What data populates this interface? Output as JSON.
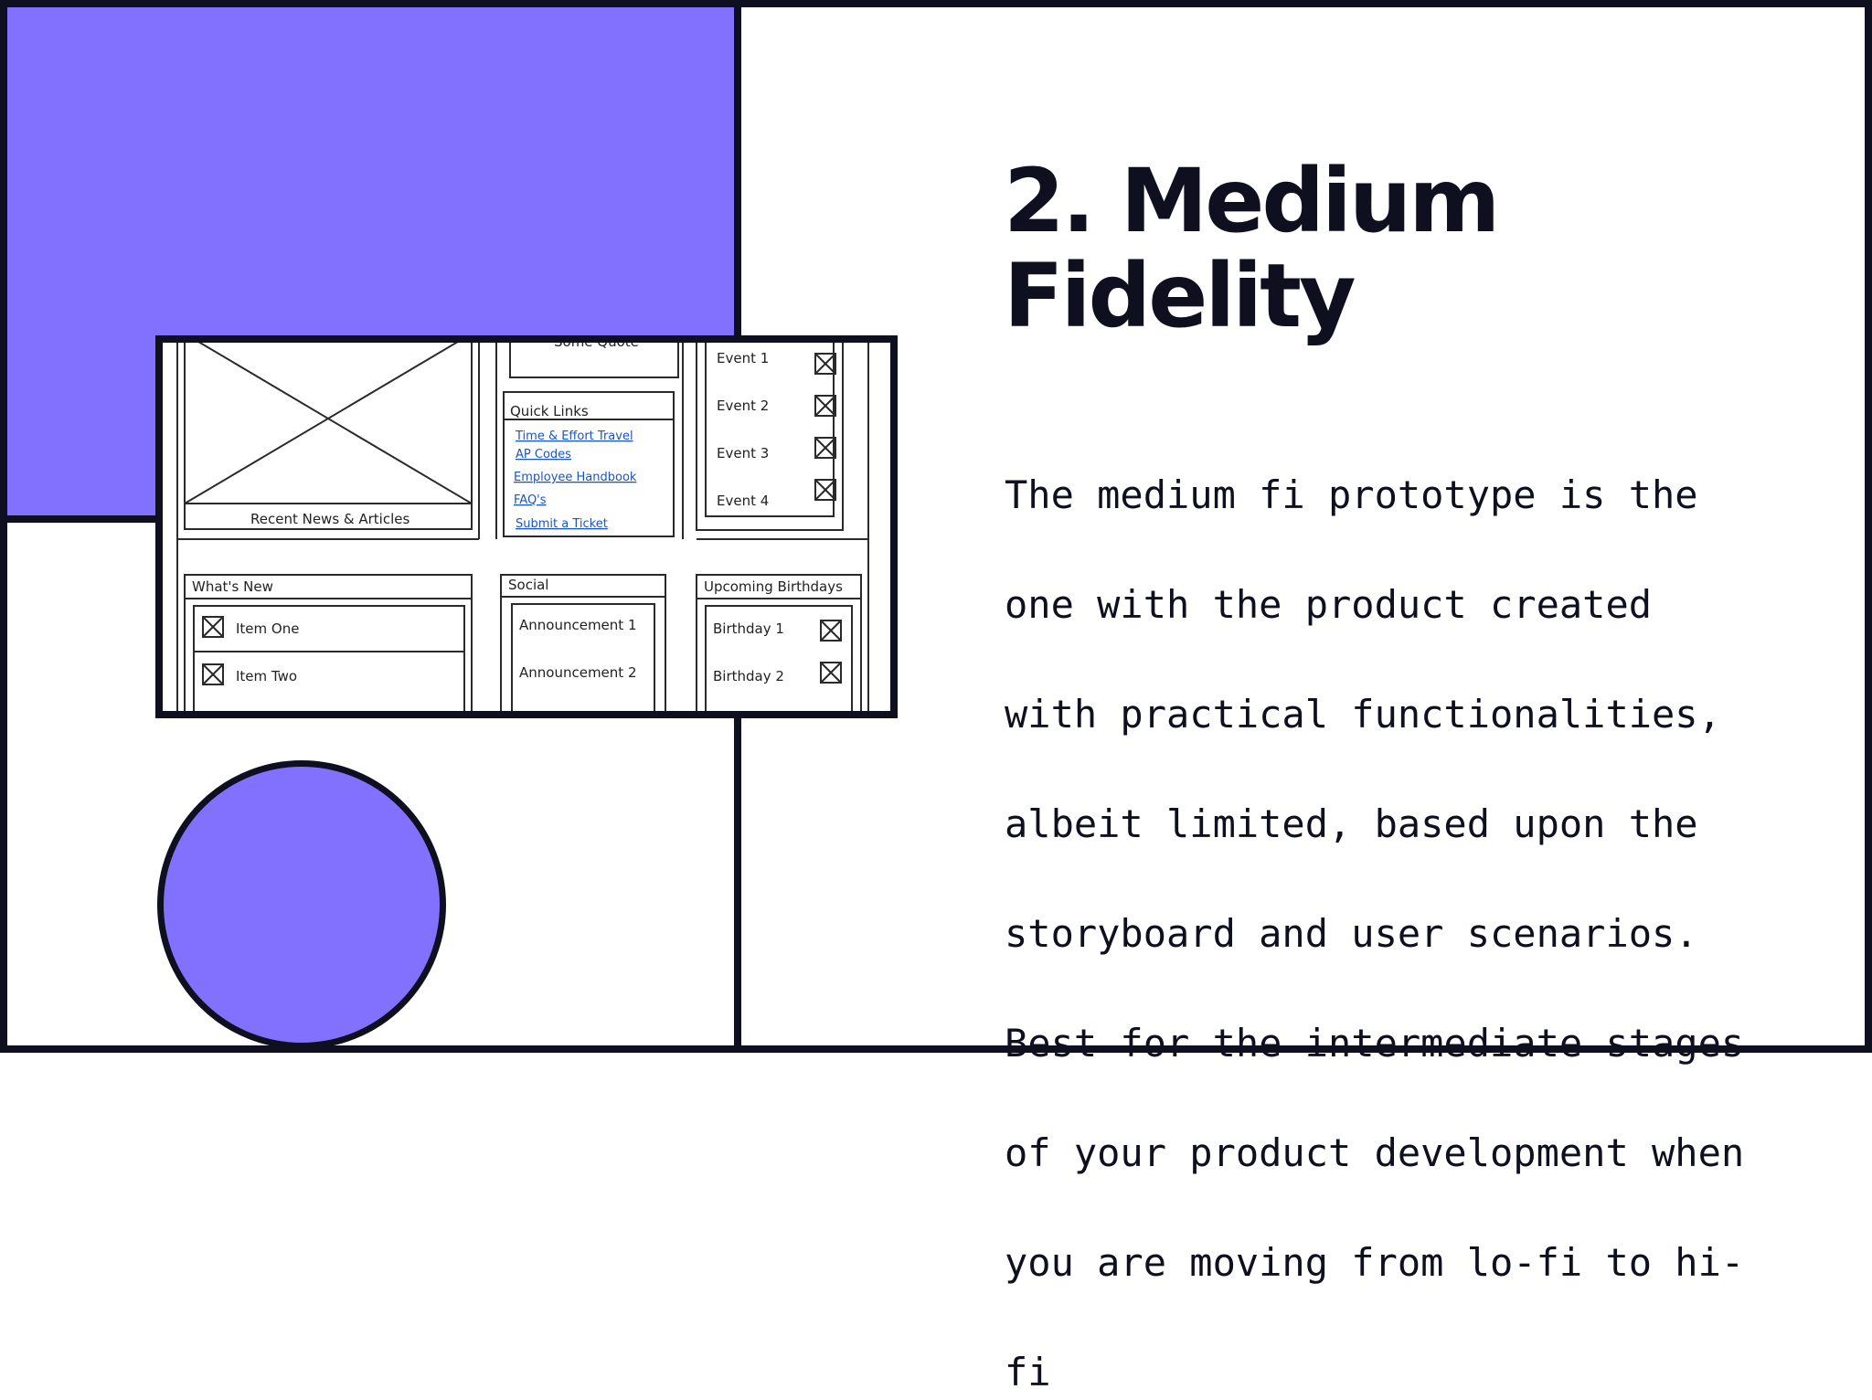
{
  "slide": {
    "title_line1": "2. Medium",
    "title_line2": "Fidelity",
    "body_lines": [
      "The medium fi prototype is the",
      "one with the product created",
      "with practical functionalities,",
      "albeit limited, based upon the",
      "storyboard and user scenarios.",
      "Best for the intermediate stages",
      "of your product development when",
      "you are moving from lo-fi to hi-",
      "fi"
    ]
  },
  "wireframe": {
    "top_quote": "Some Quote",
    "hero_caption": "Recent News & Articles",
    "quick_links": {
      "heading": "Quick Links",
      "links": [
        "Time & Effort Travel",
        "AP Codes",
        "Employee Handbook",
        "FAQ's",
        "Submit a Ticket"
      ]
    },
    "events": [
      "Event 1",
      "Event 2",
      "Event 3",
      "Event 4"
    ],
    "whats_new": {
      "heading": "What's New",
      "items": [
        "Item One",
        "Item Two"
      ]
    },
    "social": {
      "heading": "Social",
      "items": [
        "Announcement 1",
        "Announcement 2"
      ]
    },
    "birthdays": {
      "heading": "Upcoming Birthdays",
      "items": [
        "Birthday 1",
        "Birthday 2"
      ]
    }
  },
  "colors": {
    "accent_purple": "#8270ff",
    "ink": "#0e1020",
    "link_blue": "#1a55c4"
  }
}
